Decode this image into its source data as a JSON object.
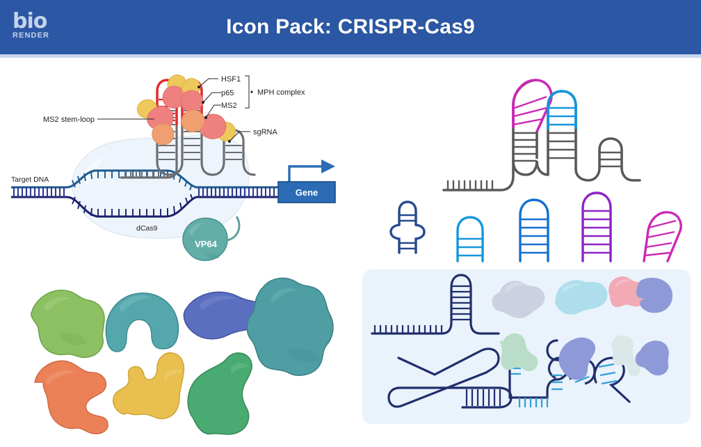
{
  "header": {
    "title": "Icon Pack: CRISPR-Cas9",
    "logo_primary": "bio",
    "logo_secondary": "RENDER",
    "bg_color": "#2b57a4",
    "underline_color": "#c8d5ef",
    "text_color": "#ffffff"
  },
  "diagram": {
    "name": "crispr-cas9-activation-diagram",
    "labels": {
      "hsf1": "HSF1",
      "p65": "p65",
      "ms2": "MS2",
      "mph_complex": "MPH complex",
      "ms2_stem_loop": "MS2 stem-loop",
      "sgrna": "sgRNA",
      "target_dna": "Target DNA",
      "dcas9": "dCas9",
      "vp64": "VP64",
      "gene": "Gene"
    },
    "colors": {
      "stem_loop_red": "#e8282b",
      "rna_grey": "#6d6e71",
      "dna_top_strand": "#1b5a8f",
      "dna_bottom_strand": "#1b1f6b",
      "dcas9_fill": "#eef4fb",
      "vp64_fill": "#63ada8",
      "gene_box": "#2b6cb5",
      "hsf1_yellow": "#edc85a",
      "p65_pink": "#ee8080",
      "ms2_orange": "#f0a070"
    }
  },
  "rna_structures": {
    "name": "sgrna-scaffold-icons",
    "large_scaffold_colors": [
      "#cc28b5",
      "#1596dd",
      "#6d6e71"
    ],
    "small_loops": [
      {
        "name": "stem-loop-navy",
        "color": "#26488f"
      },
      {
        "name": "stem-loop-cyan",
        "color": "#1596dd"
      },
      {
        "name": "stem-loop-blue",
        "color": "#1470d0"
      },
      {
        "name": "stem-loop-purple",
        "color": "#8e24c8"
      },
      {
        "name": "stem-loop-magenta",
        "color": "#cc28b5"
      }
    ]
  },
  "protein_blobs": {
    "name": "protein-blob-icons",
    "row1": [
      {
        "name": "blob-green",
        "color": "#8dc063"
      },
      {
        "name": "blob-horseshoe-teal",
        "color": "#54a8ac"
      },
      {
        "name": "blob-crescent-indigo",
        "color": "#5b6fc0"
      },
      {
        "name": "blob-large-teal",
        "color": "#4f9ea3"
      }
    ],
    "row2": [
      {
        "name": "blob-orange",
        "color": "#ec8158"
      },
      {
        "name": "blob-yellow",
        "color": "#e9bf4f"
      },
      {
        "name": "blob-kidney-green",
        "color": "#49ab72"
      }
    ]
  },
  "bottom_panel": {
    "name": "rna-and-blob-panel",
    "background": "#eaf2fb",
    "rna_color": "#1f2e6b",
    "rna_accent": "#2f9fd6",
    "blobs": [
      {
        "name": "blob-lavender-grey",
        "color": "#ccd0e0"
      },
      {
        "name": "blob-pale-cyan",
        "color": "#aedeec"
      },
      {
        "name": "blob-pink",
        "color": "#f2aab5"
      },
      {
        "name": "blob-periwinkle-c",
        "color": "#8e9ad8"
      },
      {
        "name": "blob-mint",
        "color": "#b9ddc8"
      },
      {
        "name": "blob-periwinkle-bean",
        "color": "#8e9ad8"
      },
      {
        "name": "blob-pale-ice",
        "color": "#dbe8ea"
      },
      {
        "name": "blob-periwinkle-round",
        "color": "#8e9ad8"
      }
    ]
  }
}
